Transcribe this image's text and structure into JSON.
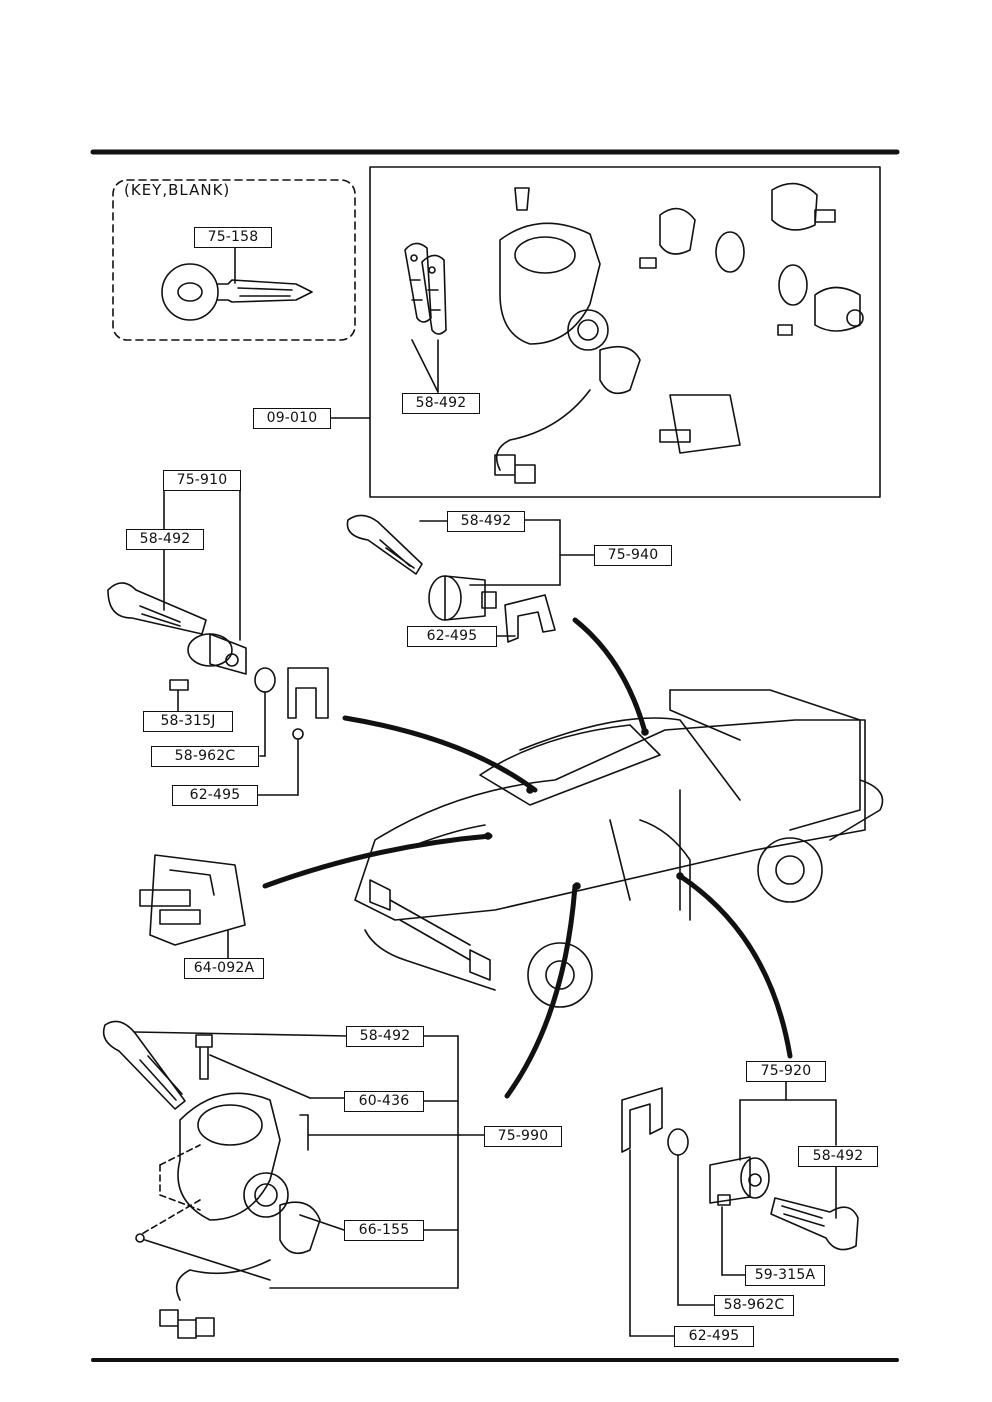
{
  "key_blank": {
    "caption": "(KEY,BLANK)",
    "part": "75-158"
  },
  "ignition_set": {
    "part": "09-010",
    "key_part": "58-492"
  },
  "driver_door": {
    "assembly": "75-910",
    "key": "58-492",
    "retainer": "58-315J",
    "gasket": "58-962C",
    "clip": "62-495"
  },
  "tailgate": {
    "assembly": "75-940",
    "key": "58-492",
    "clip": "62-495"
  },
  "glove_box": {
    "part": "64-092A"
  },
  "steering_lock": {
    "key": "58-492",
    "bolt": "60-436",
    "assembly": "75-990",
    "switch": "66-155"
  },
  "rear_door": {
    "assembly": "75-920",
    "key": "58-492",
    "retainer": "59-315A",
    "gasket": "58-962C",
    "clip": "62-495"
  }
}
